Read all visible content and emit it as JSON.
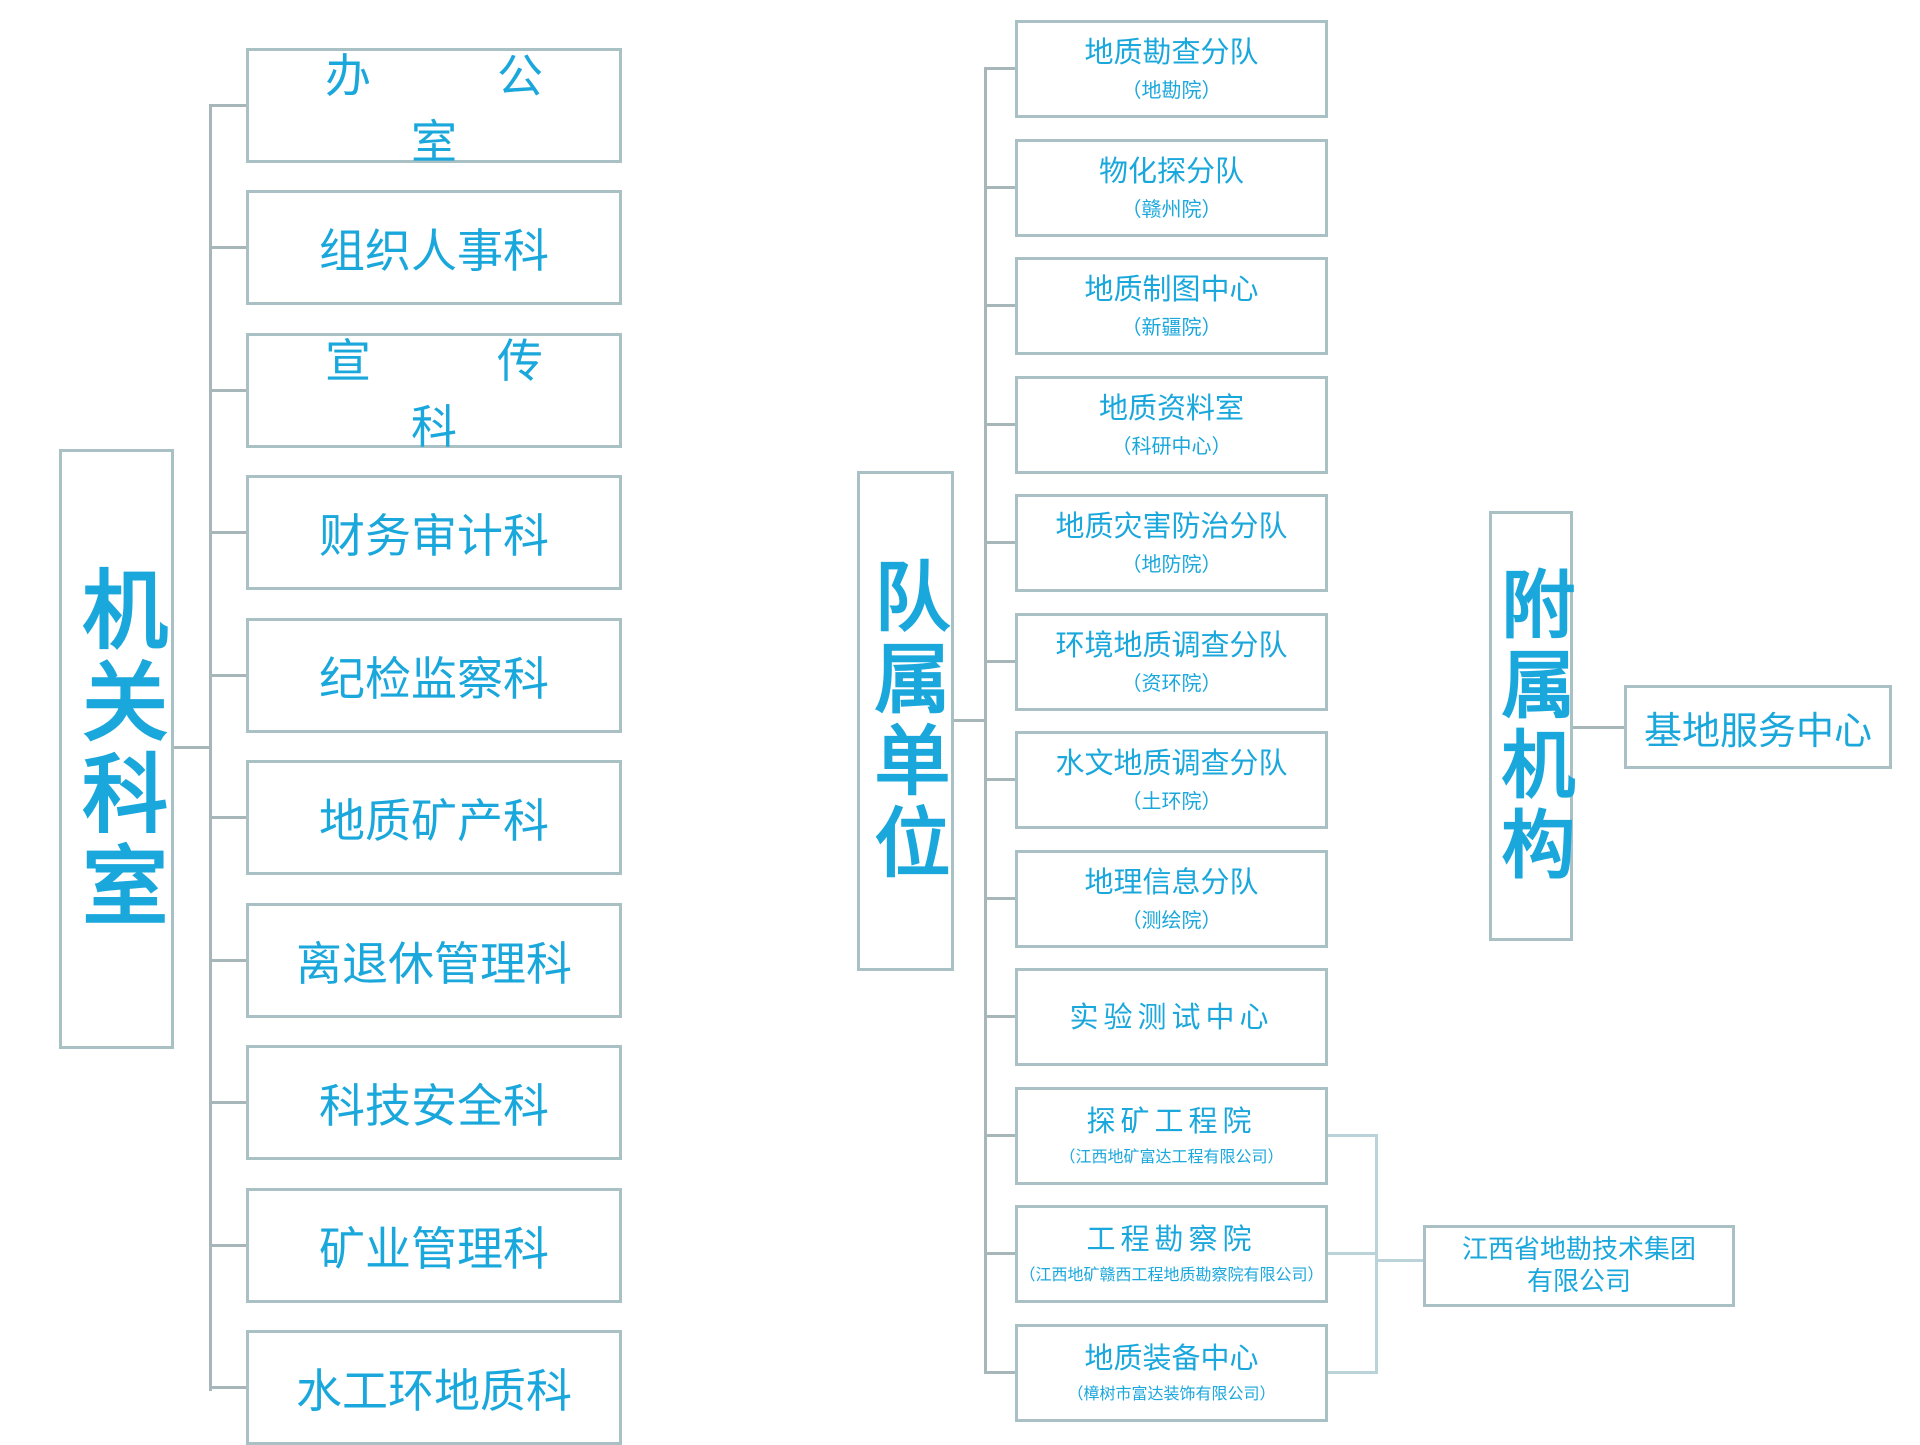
{
  "titles": {
    "jiguan": "机关科室",
    "duishu": "队属单位",
    "fushu": "附属机构"
  },
  "left_offices": [
    "办　公　室",
    "组织人事科",
    "宣　传　科",
    "财务审计科",
    "纪检监察科",
    "地质矿产科",
    "离退休管理科",
    "科技安全科",
    "矿业管理科",
    "水工环地质科"
  ],
  "units": [
    {
      "name": "地质勘查分队",
      "sub": "（地勘院）"
    },
    {
      "name": "物化探分队",
      "sub": "（赣州院）"
    },
    {
      "name": "地质制图中心",
      "sub": "（新疆院）"
    },
    {
      "name": "地质资料室",
      "sub": "（科研中心）"
    },
    {
      "name": "地质灾害防治分队",
      "sub": "（地防院）"
    },
    {
      "name": "环境地质调查分队",
      "sub": "（资环院）"
    },
    {
      "name": "水文地质调查分队",
      "sub": "（土环院）"
    },
    {
      "name": "地理信息分队",
      "sub": "（测绘院）"
    },
    {
      "name": "实验测试中心",
      "sub": ""
    },
    {
      "name": "探矿工程院",
      "sub": "（江西地矿富达工程有限公司）"
    },
    {
      "name": "工程勘察院",
      "sub": "（江西地矿赣西工程地质勘察院有限公司）"
    },
    {
      "name": "地质装备中心",
      "sub": "（樟树市富达装饰有限公司）"
    }
  ],
  "group": {
    "line1": "江西省地勘技术集团",
    "line2": "有限公司"
  },
  "affiliate": "基地服务中心",
  "colors": {
    "text": "#1aa7dc",
    "box_border": "#a9c0c4",
    "connector": "#a7b6b8",
    "connector_light": "#b9d3d8"
  }
}
